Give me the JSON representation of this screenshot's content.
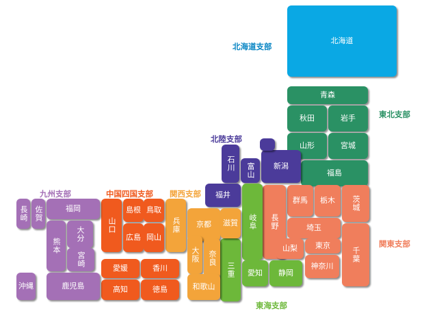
{
  "colors": {
    "hokkaido": "#0aa8e4",
    "tohoku": "#2a9164",
    "hokuriku": "#4b3b9a",
    "kanto": "#f07e5c",
    "tokai": "#6db83a",
    "kansai": "#f3a43a",
    "chugoku": "#f05a1e",
    "kyushu": "#a470b6"
  },
  "regions": [
    {
      "id": "hokkaido",
      "label": "北海道支部"
    },
    {
      "id": "tohoku",
      "label": "東北支部"
    },
    {
      "id": "hokuriku",
      "label": "北陸支部"
    },
    {
      "id": "kanto",
      "label": "関東支部"
    },
    {
      "id": "tokai",
      "label": "東海支部"
    },
    {
      "id": "kansai",
      "label": "関西支部"
    },
    {
      "id": "chugoku",
      "label": "中国四国支部"
    },
    {
      "id": "kyushu",
      "label": "九州支部"
    }
  ],
  "prefectures": [
    {
      "id": "hokkaido",
      "name": "北海道",
      "region": "hokkaido"
    },
    {
      "id": "aomori",
      "name": "青森",
      "region": "tohoku"
    },
    {
      "id": "akita",
      "name": "秋田",
      "region": "tohoku"
    },
    {
      "id": "iwate",
      "name": "岩手",
      "region": "tohoku"
    },
    {
      "id": "yamagata",
      "name": "山形",
      "region": "tohoku"
    },
    {
      "id": "miyagi",
      "name": "宮城",
      "region": "tohoku"
    },
    {
      "id": "fukushima",
      "name": "福島",
      "region": "tohoku"
    },
    {
      "id": "ishikawa",
      "name": "石川",
      "region": "hokuriku"
    },
    {
      "id": "toyama",
      "name": "富山",
      "region": "hokuriku"
    },
    {
      "id": "niigata",
      "name": "新潟",
      "region": "hokuriku"
    },
    {
      "id": "sado",
      "name": "",
      "region": "hokuriku"
    },
    {
      "id": "fukui",
      "name": "福井",
      "region": "hokuriku"
    },
    {
      "id": "gunma",
      "name": "群馬",
      "region": "kanto"
    },
    {
      "id": "tochigi",
      "name": "栃木",
      "region": "kanto"
    },
    {
      "id": "ibaraki",
      "name": "茨城",
      "region": "kanto"
    },
    {
      "id": "nagano",
      "name": "長野",
      "region": "kanto"
    },
    {
      "id": "saitama",
      "name": "埼玉",
      "region": "kanto"
    },
    {
      "id": "yamanashi",
      "name": "山梨",
      "region": "kanto"
    },
    {
      "id": "tokyo",
      "name": "東京",
      "region": "kanto"
    },
    {
      "id": "chiba",
      "name": "千葉",
      "region": "kanto"
    },
    {
      "id": "kanagawa",
      "name": "神奈川",
      "region": "kanto"
    },
    {
      "id": "gifu",
      "name": "岐阜",
      "region": "tokai"
    },
    {
      "id": "mie",
      "name": "三重",
      "region": "tokai"
    },
    {
      "id": "aichi",
      "name": "愛知",
      "region": "tokai"
    },
    {
      "id": "shizuoka",
      "name": "静岡",
      "region": "tokai"
    },
    {
      "id": "hyogo",
      "name": "兵庫",
      "region": "kansai"
    },
    {
      "id": "kyoto",
      "name": "京都",
      "region": "kansai"
    },
    {
      "id": "shiga",
      "name": "滋賀",
      "region": "kansai"
    },
    {
      "id": "osaka",
      "name": "大阪",
      "region": "kansai"
    },
    {
      "id": "nara",
      "name": "奈良",
      "region": "kansai"
    },
    {
      "id": "wakayama",
      "name": "和歌山",
      "region": "kansai"
    },
    {
      "id": "yamaguchi",
      "name": "山口",
      "region": "chugoku"
    },
    {
      "id": "shimane",
      "name": "島根",
      "region": "chugoku"
    },
    {
      "id": "tottori",
      "name": "鳥取",
      "region": "chugoku"
    },
    {
      "id": "hiroshima",
      "name": "広島",
      "region": "chugoku"
    },
    {
      "id": "okayama",
      "name": "岡山",
      "region": "chugoku"
    },
    {
      "id": "ehime",
      "name": "愛媛",
      "region": "chugoku"
    },
    {
      "id": "kagawa",
      "name": "香川",
      "region": "chugoku"
    },
    {
      "id": "kochi",
      "name": "高知",
      "region": "chugoku"
    },
    {
      "id": "tokushima",
      "name": "徳島",
      "region": "chugoku"
    },
    {
      "id": "nagasaki",
      "name": "長崎",
      "region": "kyushu"
    },
    {
      "id": "saga",
      "name": "佐賀",
      "region": "kyushu"
    },
    {
      "id": "fukuoka",
      "name": "福岡",
      "region": "kyushu"
    },
    {
      "id": "kumamoto",
      "name": "熊本",
      "region": "kyushu"
    },
    {
      "id": "oita",
      "name": "大分",
      "region": "kyushu"
    },
    {
      "id": "miyazaki",
      "name": "宮崎",
      "region": "kyushu"
    },
    {
      "id": "okinawa",
      "name": "沖縄",
      "region": "kyushu"
    },
    {
      "id": "kagoshima",
      "name": "鹿児島",
      "region": "kyushu"
    }
  ]
}
